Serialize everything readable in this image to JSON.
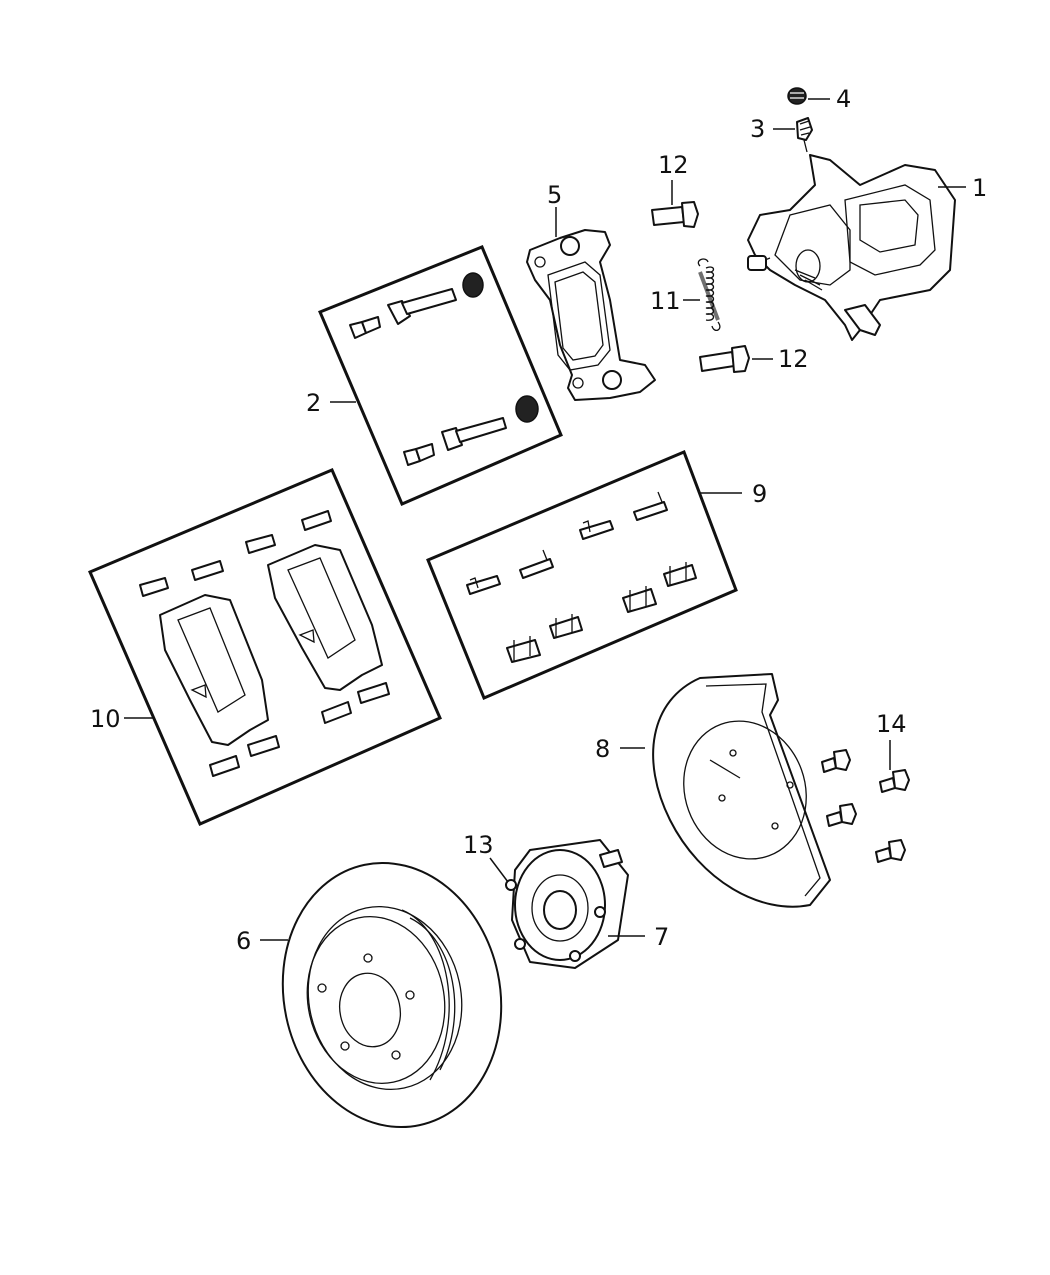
{
  "callouts": {
    "c1": "1",
    "c2": "2",
    "c3": "3",
    "c4": "4",
    "c5": "5",
    "c6": "6",
    "c7": "7",
    "c8": "8",
    "c9": "9",
    "c10": "10",
    "c11": "11",
    "c12a": "12",
    "c12b": "12",
    "c13": "13",
    "c14": "14"
  },
  "icons": {
    "caliper": "brake-caliper-icon",
    "bracket": "caliper-adapter-icon",
    "rotor": "brake-rotor-icon",
    "hub": "hub-bearing-icon",
    "shield": "dust-shield-icon",
    "pads": "brake-pad-icon",
    "spring": "spring-icon",
    "bolt": "bolt-icon"
  },
  "colors": {
    "line": "#111111",
    "background": "#ffffff"
  }
}
